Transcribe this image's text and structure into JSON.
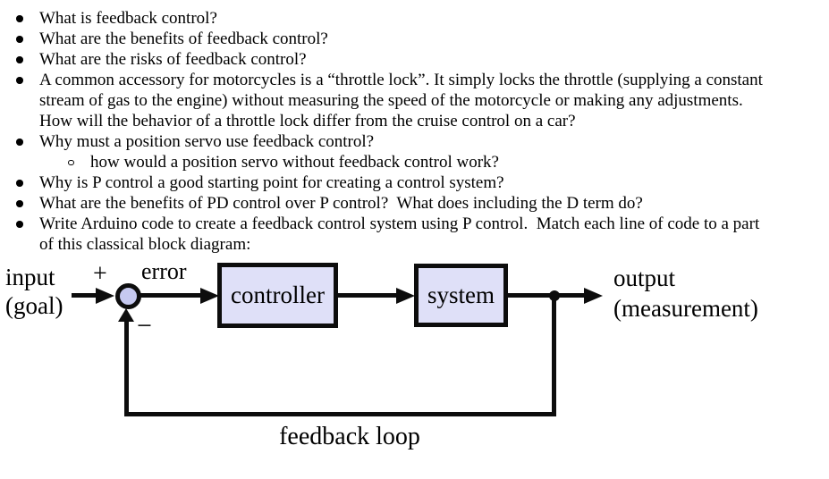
{
  "colors": {
    "box_fill": "#dfe0f8",
    "junction_fill": "#c6c9f0",
    "line": "#0d0d0d",
    "text": "#000000"
  },
  "bullets": {
    "items": [
      {
        "text": "What is feedback control?"
      },
      {
        "text": "What are the benefits of feedback control?"
      },
      {
        "text": "What are the risks of feedback control?"
      },
      {
        "text": "A common accessory for motorcycles is a “throttle lock”. It simply locks the throttle (supplying a constant stream of gas to the engine) without measuring the speed of the motorcycle or making any adjustments. How will the behavior of a throttle lock differ from the cruise control on a car?"
      },
      {
        "text": "Why must a position servo use feedback control?",
        "sub": [
          "how would a position servo without feedback control work?"
        ]
      },
      {
        "text": "Why is P control a good starting point for creating a control system?"
      },
      {
        "text": "What are the benefits of PD control over P control?  What does including the D term do?"
      },
      {
        "text": "Write Arduino code to create a feedback control system using P control.  Match each line of code to a part of this classical block diagram:"
      }
    ]
  },
  "diagram": {
    "input_label": "input\n(goal)",
    "plus_sign": "+",
    "minus_sign": "−",
    "error_label": "error",
    "controller_label": "controller",
    "system_label": "system",
    "output_label": "output\n(measurement)",
    "feedback_label": "feedback loop"
  }
}
